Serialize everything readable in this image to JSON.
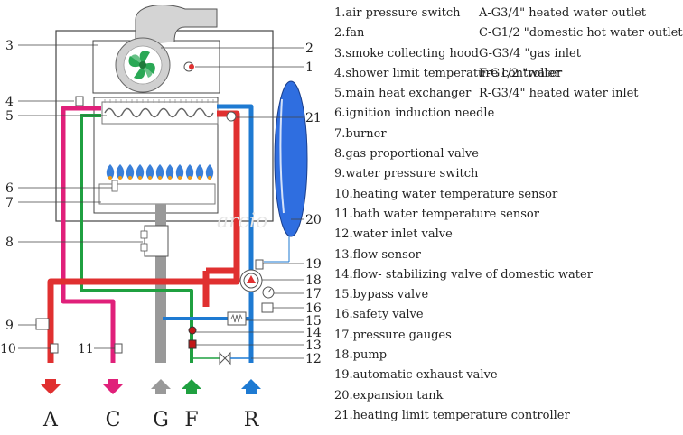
{
  "diagram": {
    "callout_numbers": [
      "1",
      "2",
      "3",
      "4",
      "5",
      "6",
      "7",
      "8",
      "9",
      "10",
      "11",
      "12",
      "13",
      "14",
      "15",
      "16",
      "17",
      "18",
      "19",
      "20",
      "21"
    ],
    "connections": [
      "A",
      "C",
      "G",
      "F",
      "R"
    ],
    "watermark": "arcio",
    "colors": {
      "heating_loop": "#e03030",
      "domestic_hot": "#e0207a",
      "gas": "#999999",
      "cold_inlet": "#1fa040",
      "return": "#1e7ad2",
      "fan": "#2aa855",
      "burner_flame": "#3a7fd8",
      "tank": "#2f6ee0"
    }
  },
  "legend": [
    {
      "part": "1.air pressure switch",
      "connection": "A-G3/4\" heated water outlet"
    },
    {
      "part": "2.fan",
      "connection": "C-G1/2 \"domestic hot water outlet"
    },
    {
      "part": "3.smoke collecting hood",
      "connection": "G-G3/4 \"gas inlet"
    },
    {
      "part": "4.shower limit temperature controller",
      "connection": "F-G1/2 \"water"
    },
    {
      "part": "5.main heat exchanger",
      "connection": "R-G3/4\" heated water inlet"
    },
    {
      "part": "6.ignition induction needle",
      "connection": ""
    },
    {
      "part": "7.burner",
      "connection": ""
    },
    {
      "part": "8.gas proportional valve",
      "connection": ""
    },
    {
      "part": "9.water pressure switch",
      "connection": ""
    },
    {
      "part": "10.heating water temperature sensor",
      "connection": ""
    },
    {
      "part": "11.bath water temperature sensor",
      "connection": ""
    },
    {
      "part": "12.water inlet valve",
      "connection": ""
    },
    {
      "part": "13.flow sensor",
      "connection": ""
    },
    {
      "part": "14.flow- stabilizing valve of domestic water",
      "connection": ""
    },
    {
      "part": "15.bypass valve",
      "connection": ""
    },
    {
      "part": "16.safety valve",
      "connection": ""
    },
    {
      "part": "17.pressure gauges",
      "connection": ""
    },
    {
      "part": "18.pump",
      "connection": ""
    },
    {
      "part": "19.automatic exhaust valve",
      "connection": ""
    },
    {
      "part": "20.expansion tank",
      "connection": ""
    },
    {
      "part": "21.heating limit temperature controller",
      "connection": ""
    }
  ]
}
